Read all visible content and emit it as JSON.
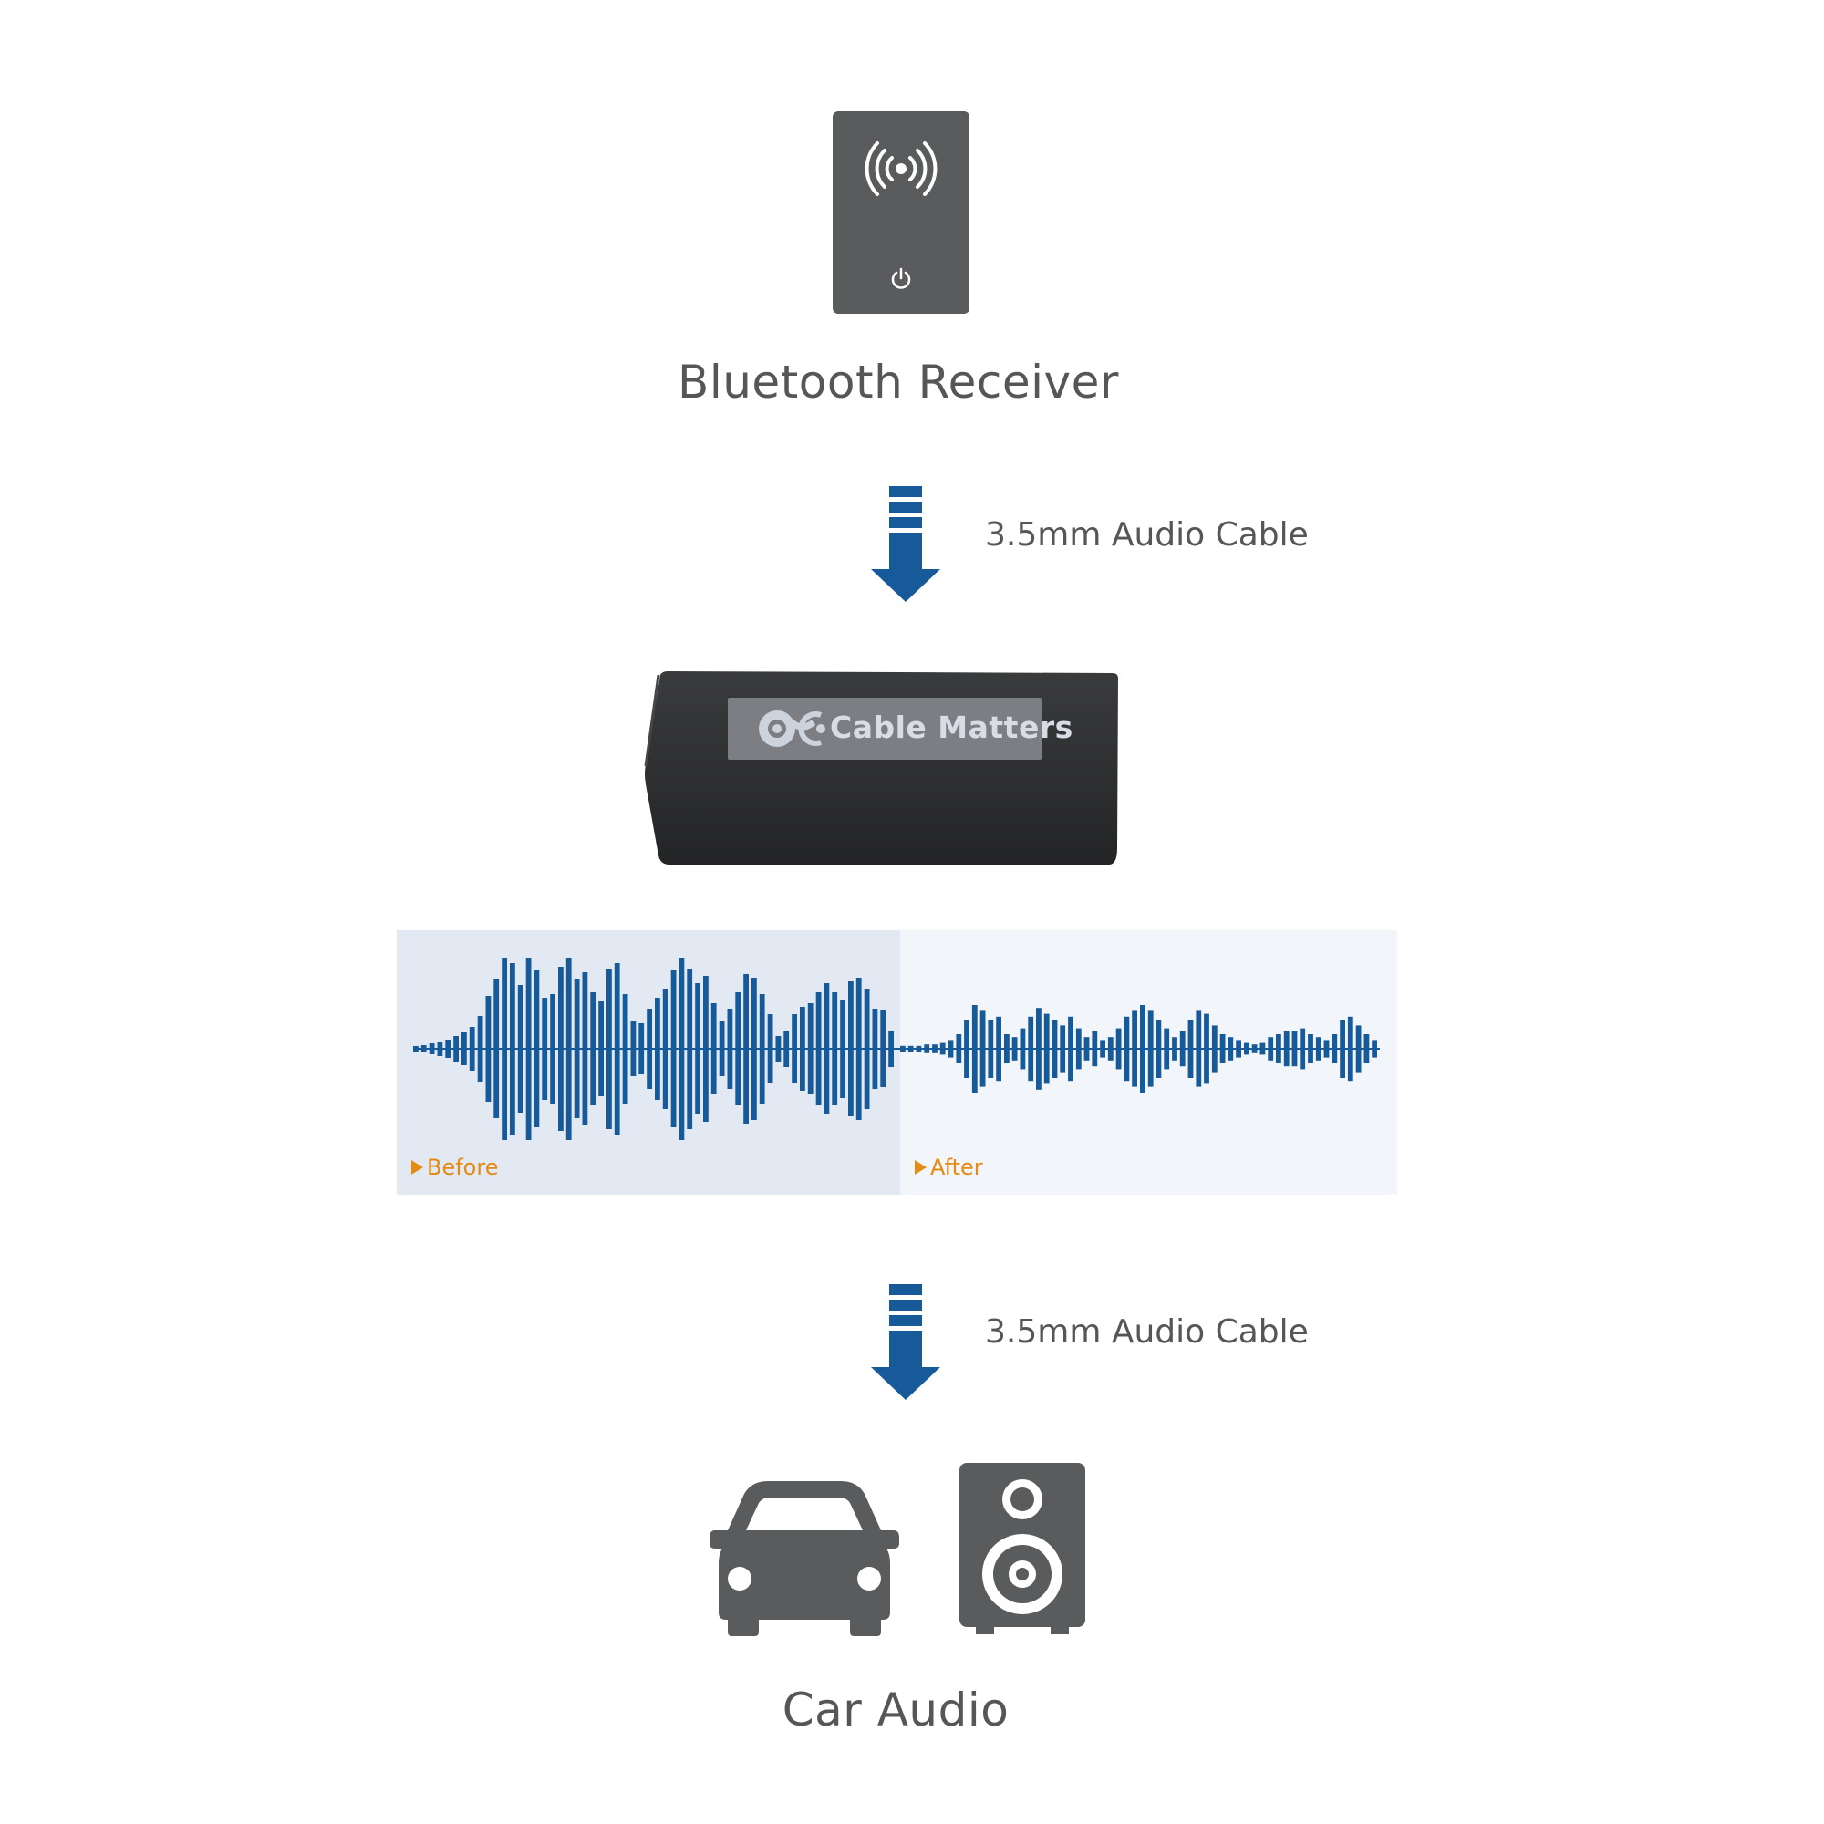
{
  "receiver": {
    "title": "Bluetooth Receiver",
    "signal_icon": "wireless-signal-icon",
    "power_icon": "power-icon",
    "body_color": "#5a5b5c"
  },
  "connections": [
    {
      "label": "3.5mm Audio Cable"
    },
    {
      "label": "3.5mm Audio Cable"
    }
  ],
  "isolator": {
    "brand": "Cable Matters",
    "logo_icon": "cable-matters-logo",
    "body_color": "#2e2f31"
  },
  "waveform": {
    "before_label": "Before",
    "after_label": "After",
    "bar_color": "#175a9a",
    "before_bg": "#e2e9f2",
    "after_bg": "#f2f5fa",
    "tag_color": "#e58a12"
  },
  "output": {
    "title": "Car Audio",
    "icons": [
      "car-icon",
      "speaker-icon"
    ]
  },
  "colors": {
    "arrow": "#175a9a",
    "text": "#555657"
  }
}
